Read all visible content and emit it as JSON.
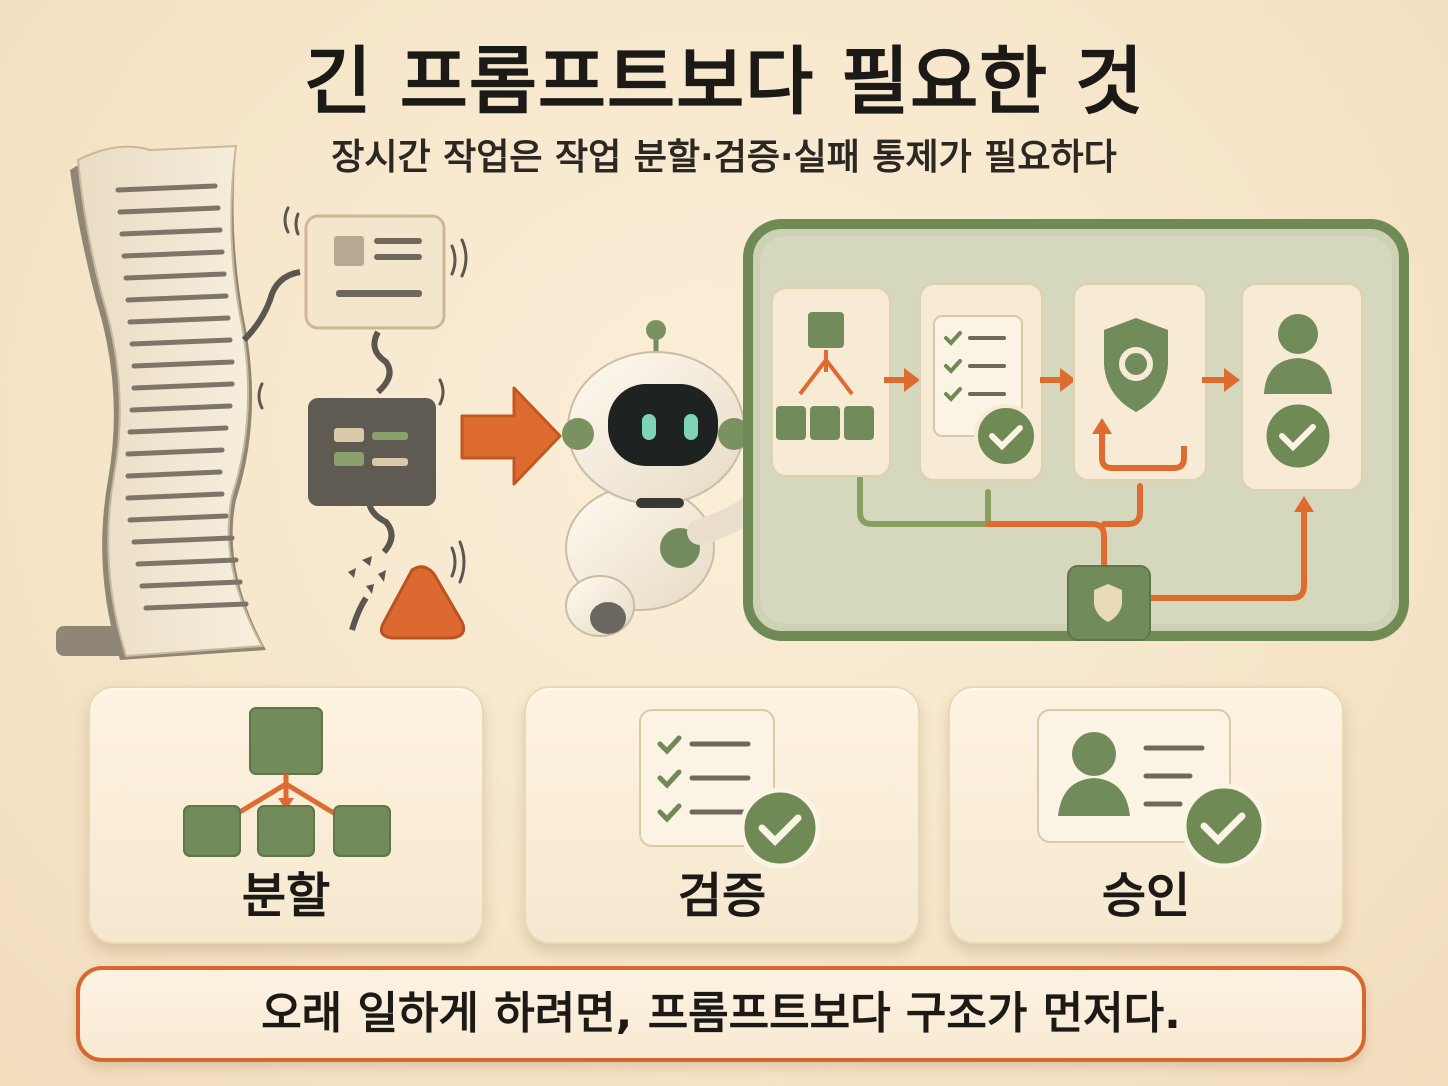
{
  "header": {
    "title": "긴 프롬프트보다 필요한 것",
    "subtitle": "장시간 작업은 작업 분할·검증·실패 통제가 필요하다"
  },
  "cards": [
    {
      "label": "분할",
      "icon": "split-blocks-icon"
    },
    {
      "label": "검증",
      "icon": "checklist-check-icon"
    },
    {
      "label": "승인",
      "icon": "user-approval-icon"
    }
  ],
  "banner": {
    "text": "오래 일하게 하려면, 프롬프트보다 구조가 먼저다."
  },
  "illustration": {
    "left": [
      "long-scroll-icon",
      "breaking-chain-icon",
      "warning-triangle-icon"
    ],
    "center": [
      "arrow-right-icon",
      "robot-icon"
    ],
    "board_steps": [
      "split-step-icon",
      "checklist-step-icon",
      "shield-retry-step-icon",
      "approval-step-icon"
    ],
    "board_gate": "shield-gate-icon"
  },
  "colors": {
    "green": "#728b5a",
    "orange": "#de6b2f",
    "cream": "#f8ecd6",
    "dark": "#1c1a17"
  }
}
